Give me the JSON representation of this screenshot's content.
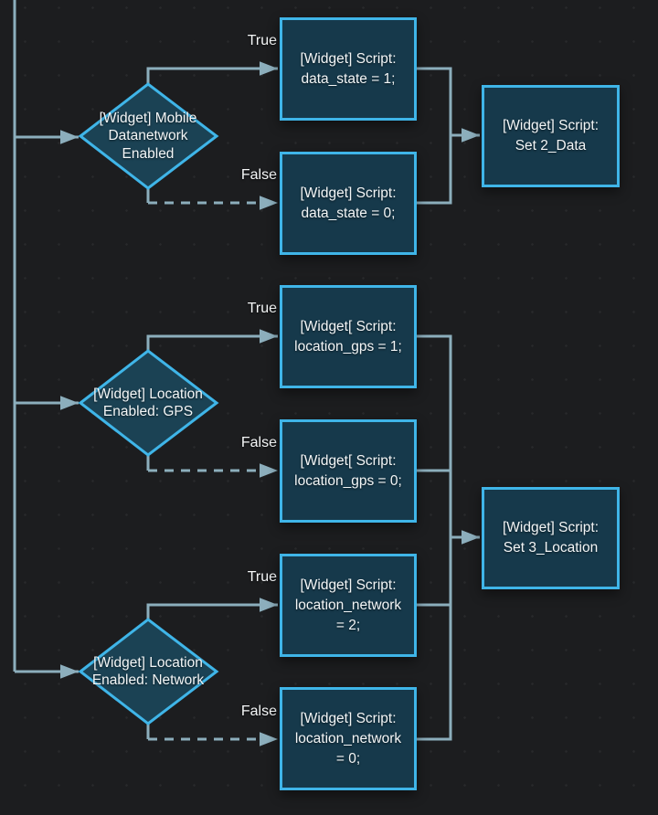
{
  "diagram_type": "flowchart",
  "palette": {
    "background": "#1c1d1f",
    "node_fill": "#16394b",
    "diamond_fill": "#1b4254",
    "node_border": "#3fb5e8",
    "connector": "#8caebc",
    "text": "#f3f6f7"
  },
  "branch_labels": {
    "true_label": "True",
    "false_label": "False"
  },
  "decisions": [
    {
      "label": "[Widget] Mobile\nDatanetwork\nEnabled"
    },
    {
      "label": "[Widget] Location\nEnabled: GPS"
    },
    {
      "label": "[Widget] Location\nEnabled: Network"
    }
  ],
  "processes": [
    {
      "label": "[Widget] Script:\ndata_state = 1;"
    },
    {
      "label": "[Widget] Script:\ndata_state = 0;"
    },
    {
      "label": "[Widget[ Script:\nlocation_gps = 1;"
    },
    {
      "label": "[Widget[ Script:\nlocation_gps = 0;"
    },
    {
      "label": "[Widget] Script:\nlocation_network\n= 2;"
    },
    {
      "label": "[Widget] Script:\nlocation_network\n= 0;"
    }
  ],
  "outputs": [
    {
      "label": "[Widget] Script:\nSet 2_Data"
    },
    {
      "label": "[Widget] Script:\nSet 3_Location"
    }
  ]
}
